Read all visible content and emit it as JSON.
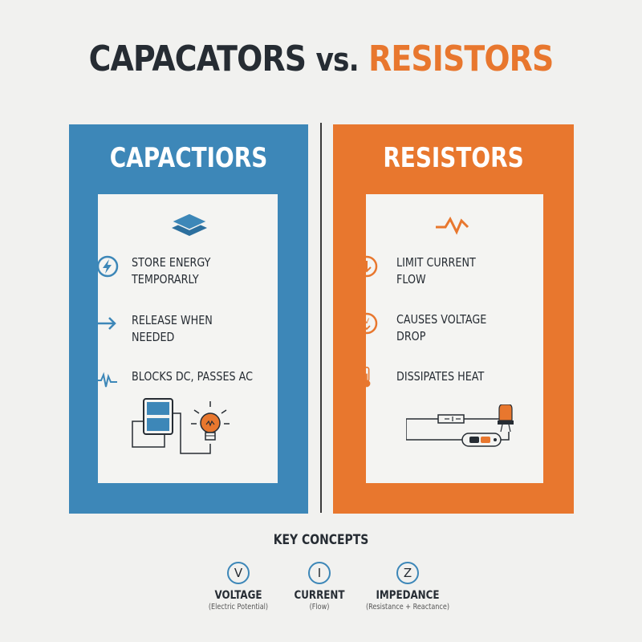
{
  "title": {
    "part1": "CAPACATORS",
    "part2": "vs.",
    "part3": "RESISTORS"
  },
  "colors": {
    "blue": "#3d87b8",
    "orange": "#e8772e",
    "dark": "#262c33",
    "background": "#f1f1ef"
  },
  "capacitors": {
    "heading": "CAPACTIORS",
    "top_icon": "stacked-plates-icon",
    "features": [
      {
        "icon": "lightning-icon",
        "text": "STORE ENERGY\nTEMPORARLY"
      },
      {
        "icon": "arrow-right-icon",
        "text": "RELEASE WHEN NEEDED"
      },
      {
        "icon": "waveform-icon",
        "text": "BLOCKS DC, PASSES AC"
      }
    ],
    "illustration": [
      "capacitor-icon",
      "lightbulb-icon"
    ]
  },
  "resistors": {
    "heading": "RESISTORS",
    "top_icon": "zigzag-icon",
    "features": [
      {
        "icon": "down-arrow-circle-icon",
        "text": "LIMIT CURRENT\nFLOW"
      },
      {
        "icon": "v-down-circle-icon",
        "text": "CAUSES VOLTAGE\nDROP"
      },
      {
        "icon": "thermometer-icon",
        "text": "DISSIPATES HEAT"
      }
    ],
    "illustration": [
      "resistor-icon",
      "led-icon",
      "switch-icon"
    ]
  },
  "key_concepts": {
    "title": "KEY CONCEPTS",
    "items": [
      {
        "symbol": "V",
        "name": "VOLTAGE",
        "sub": "(Electric Potential)"
      },
      {
        "symbol": "I",
        "name": "CURRENT",
        "sub": "(Flow)"
      },
      {
        "symbol": "Z",
        "name": "IMPEDANCE",
        "sub": "(Resistance + Reactance)"
      }
    ]
  }
}
